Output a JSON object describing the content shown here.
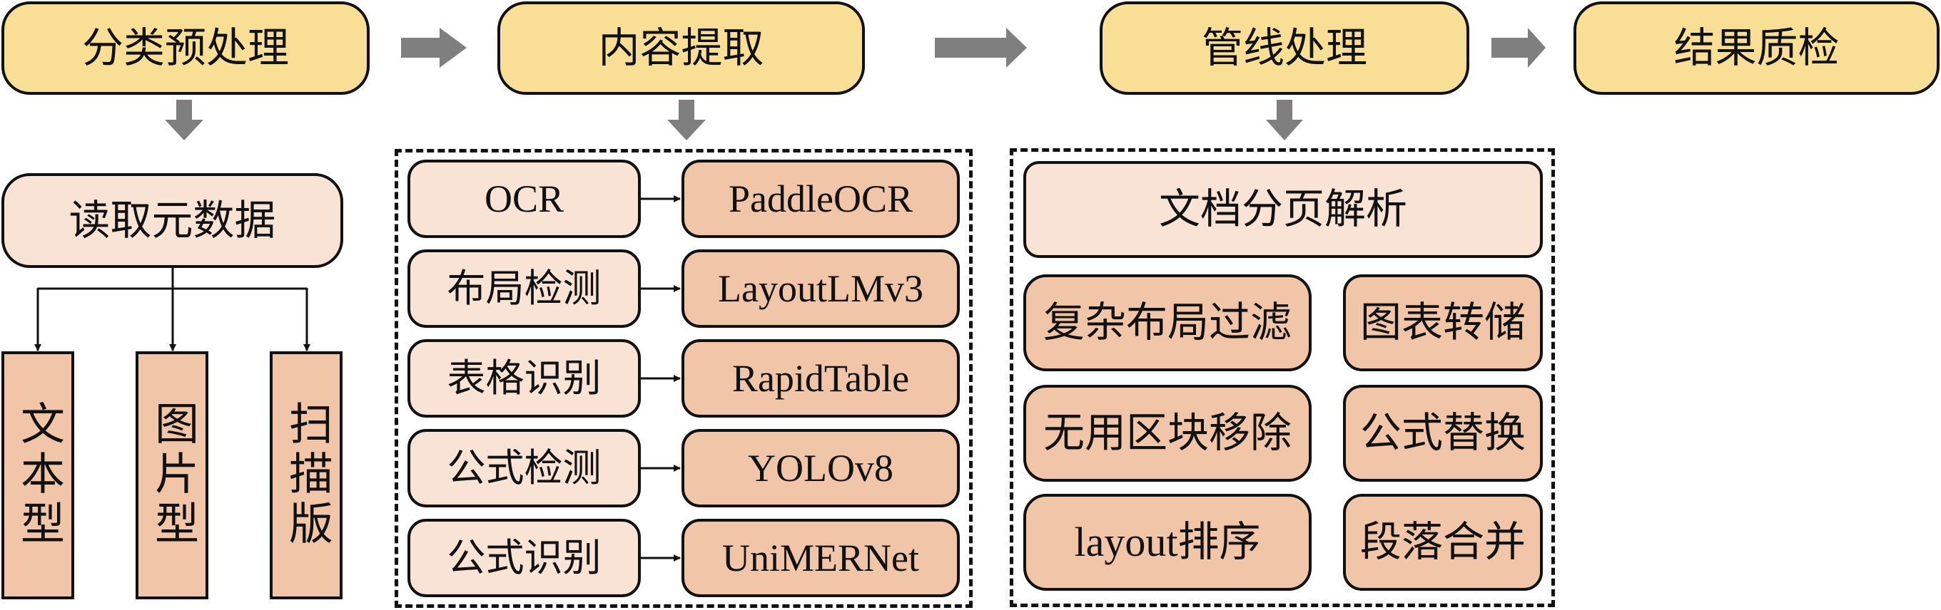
{
  "colors": {
    "stage": "#F8DF95",
    "light": "#F8E3D5",
    "peach": "#F1C6A8",
    "arrow_gray": "#7F7F7F",
    "line": "#111111"
  },
  "stages": [
    {
      "label": "分类预处理"
    },
    {
      "label": "内容提取"
    },
    {
      "label": "管线处理"
    },
    {
      "label": "结果质检"
    }
  ],
  "preprocess": {
    "metadata": "读取元数据",
    "types": [
      "文本型",
      "图片型",
      "扫描版"
    ]
  },
  "extraction": {
    "rows": [
      {
        "task": "OCR",
        "model": "PaddleOCR"
      },
      {
        "task": "布局检测",
        "model": "LayoutLMv3"
      },
      {
        "task": "表格识别",
        "model": "RapidTable"
      },
      {
        "task": "公式检测",
        "model": "YOLOv8"
      },
      {
        "task": "公式识别",
        "model": "UniMERNet"
      }
    ]
  },
  "pipeline": {
    "header": "文档分页解析",
    "steps_left": [
      "复杂布局过滤",
      "无用区块移除",
      "layout排序"
    ],
    "steps_right": [
      "图表转储",
      "公式替换",
      "段落合并"
    ]
  }
}
